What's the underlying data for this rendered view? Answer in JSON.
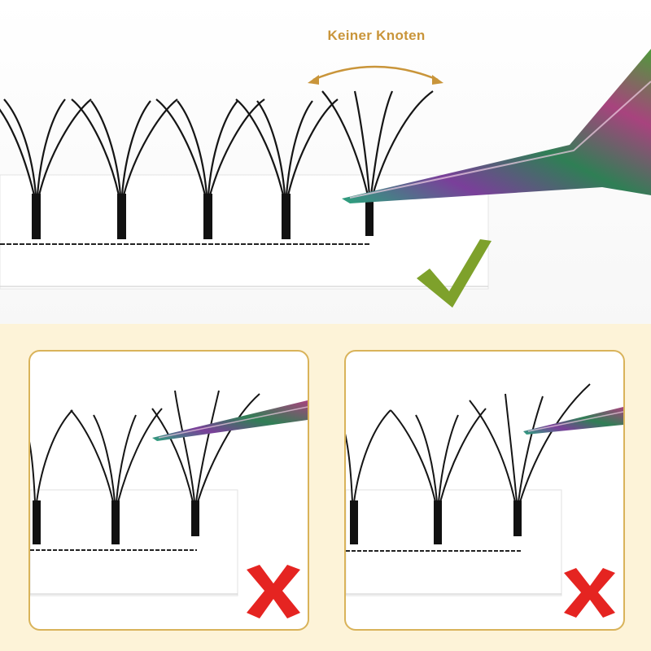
{
  "caption": {
    "text": "Keiner Knoten"
  },
  "colors": {
    "caption": "#c9953a",
    "check": "#7ea12b",
    "cross": "#e52421",
    "panel_border": "#d9b35a",
    "background": "#fdf3d8",
    "lash": "#141414"
  },
  "top_photo": {
    "lash_fan_count": 5,
    "status_icon": "check-icon"
  },
  "panels": [
    {
      "lash_fan_count": 3,
      "status_icon": "cross-icon"
    },
    {
      "lash_fan_count": 3,
      "status_icon": "cross-icon"
    }
  ]
}
